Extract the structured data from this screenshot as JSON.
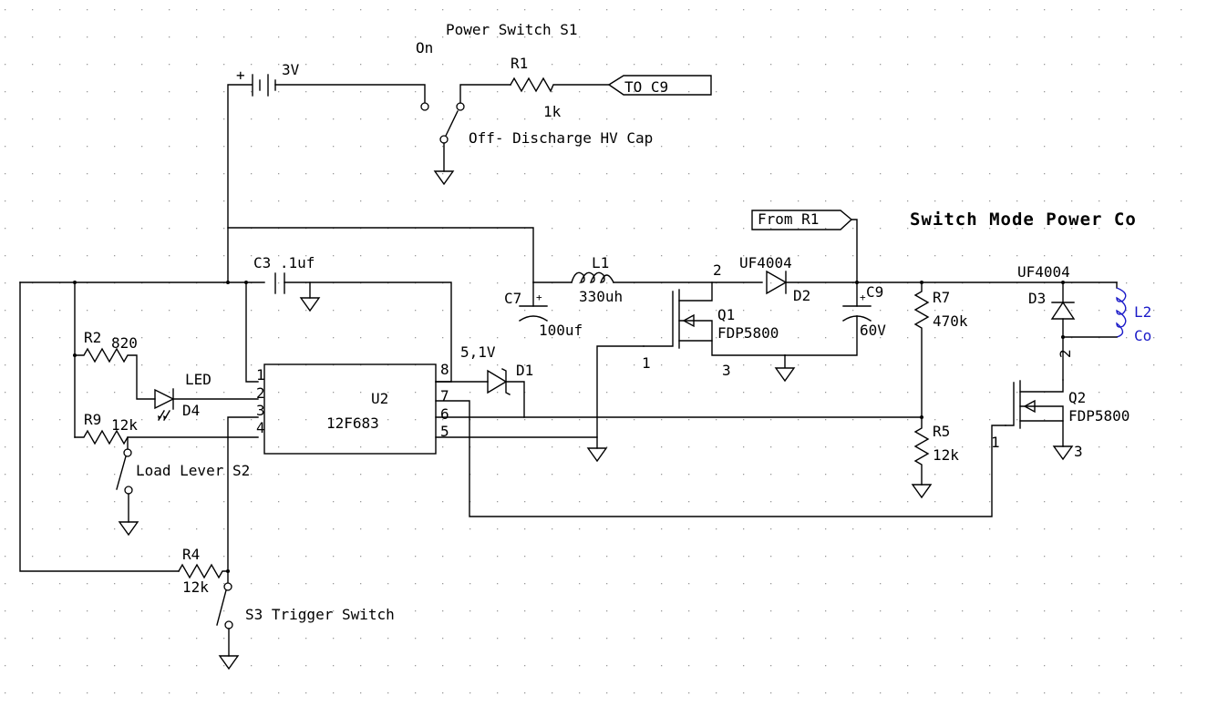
{
  "title": "Switch Mode Power Co",
  "labels": {
    "power_switch": "Power Switch S1",
    "on": "On",
    "off": "Off- Discharge HV Cap",
    "r1": "R1",
    "r1_val": "1k",
    "to_c9": "TO C9",
    "from_r1": "From R1",
    "battery": "3V",
    "c3": "C3 .1uf",
    "c7": "C7",
    "c7_val": "100uf",
    "l1": "L1",
    "l1_val": "330uh",
    "d2_type": "UF4004",
    "d2": "D2",
    "c9": "C9",
    "c9_val": "60V",
    "q1": "Q1",
    "q1_type": "FDP5800",
    "q1_pin1": "1",
    "q1_pin2": "2",
    "q1_pin3": "3",
    "r7": "R7",
    "r7_val": "470k",
    "r5": "R5",
    "r5_val": "12k",
    "d3_type": "UF4004",
    "d3": "D3",
    "l2": "L2",
    "coil": "Co",
    "q2": "Q2",
    "q2_type": "FDP5800",
    "q2_pin1": "1",
    "q2_pin2": "2",
    "q2_pin3": "3",
    "r2": "R2",
    "r2_val": "820",
    "led": "LED",
    "d4": "D4",
    "r9": "R9",
    "r9_val": "12k",
    "load_lever": "Load Lever S2",
    "r4": "R4",
    "r4_val": "12k",
    "trigger": "S3 Trigger Switch",
    "u2": "U2",
    "u2_type": "12F683",
    "zener_val": "5,1V",
    "d1": "D1",
    "pins": [
      "1",
      "2",
      "3",
      "4",
      "8",
      "7",
      "6",
      "5"
    ]
  },
  "colors": {
    "wire": "#000000",
    "coil": "#1a1ac8",
    "grid": "#9a9a9a"
  }
}
